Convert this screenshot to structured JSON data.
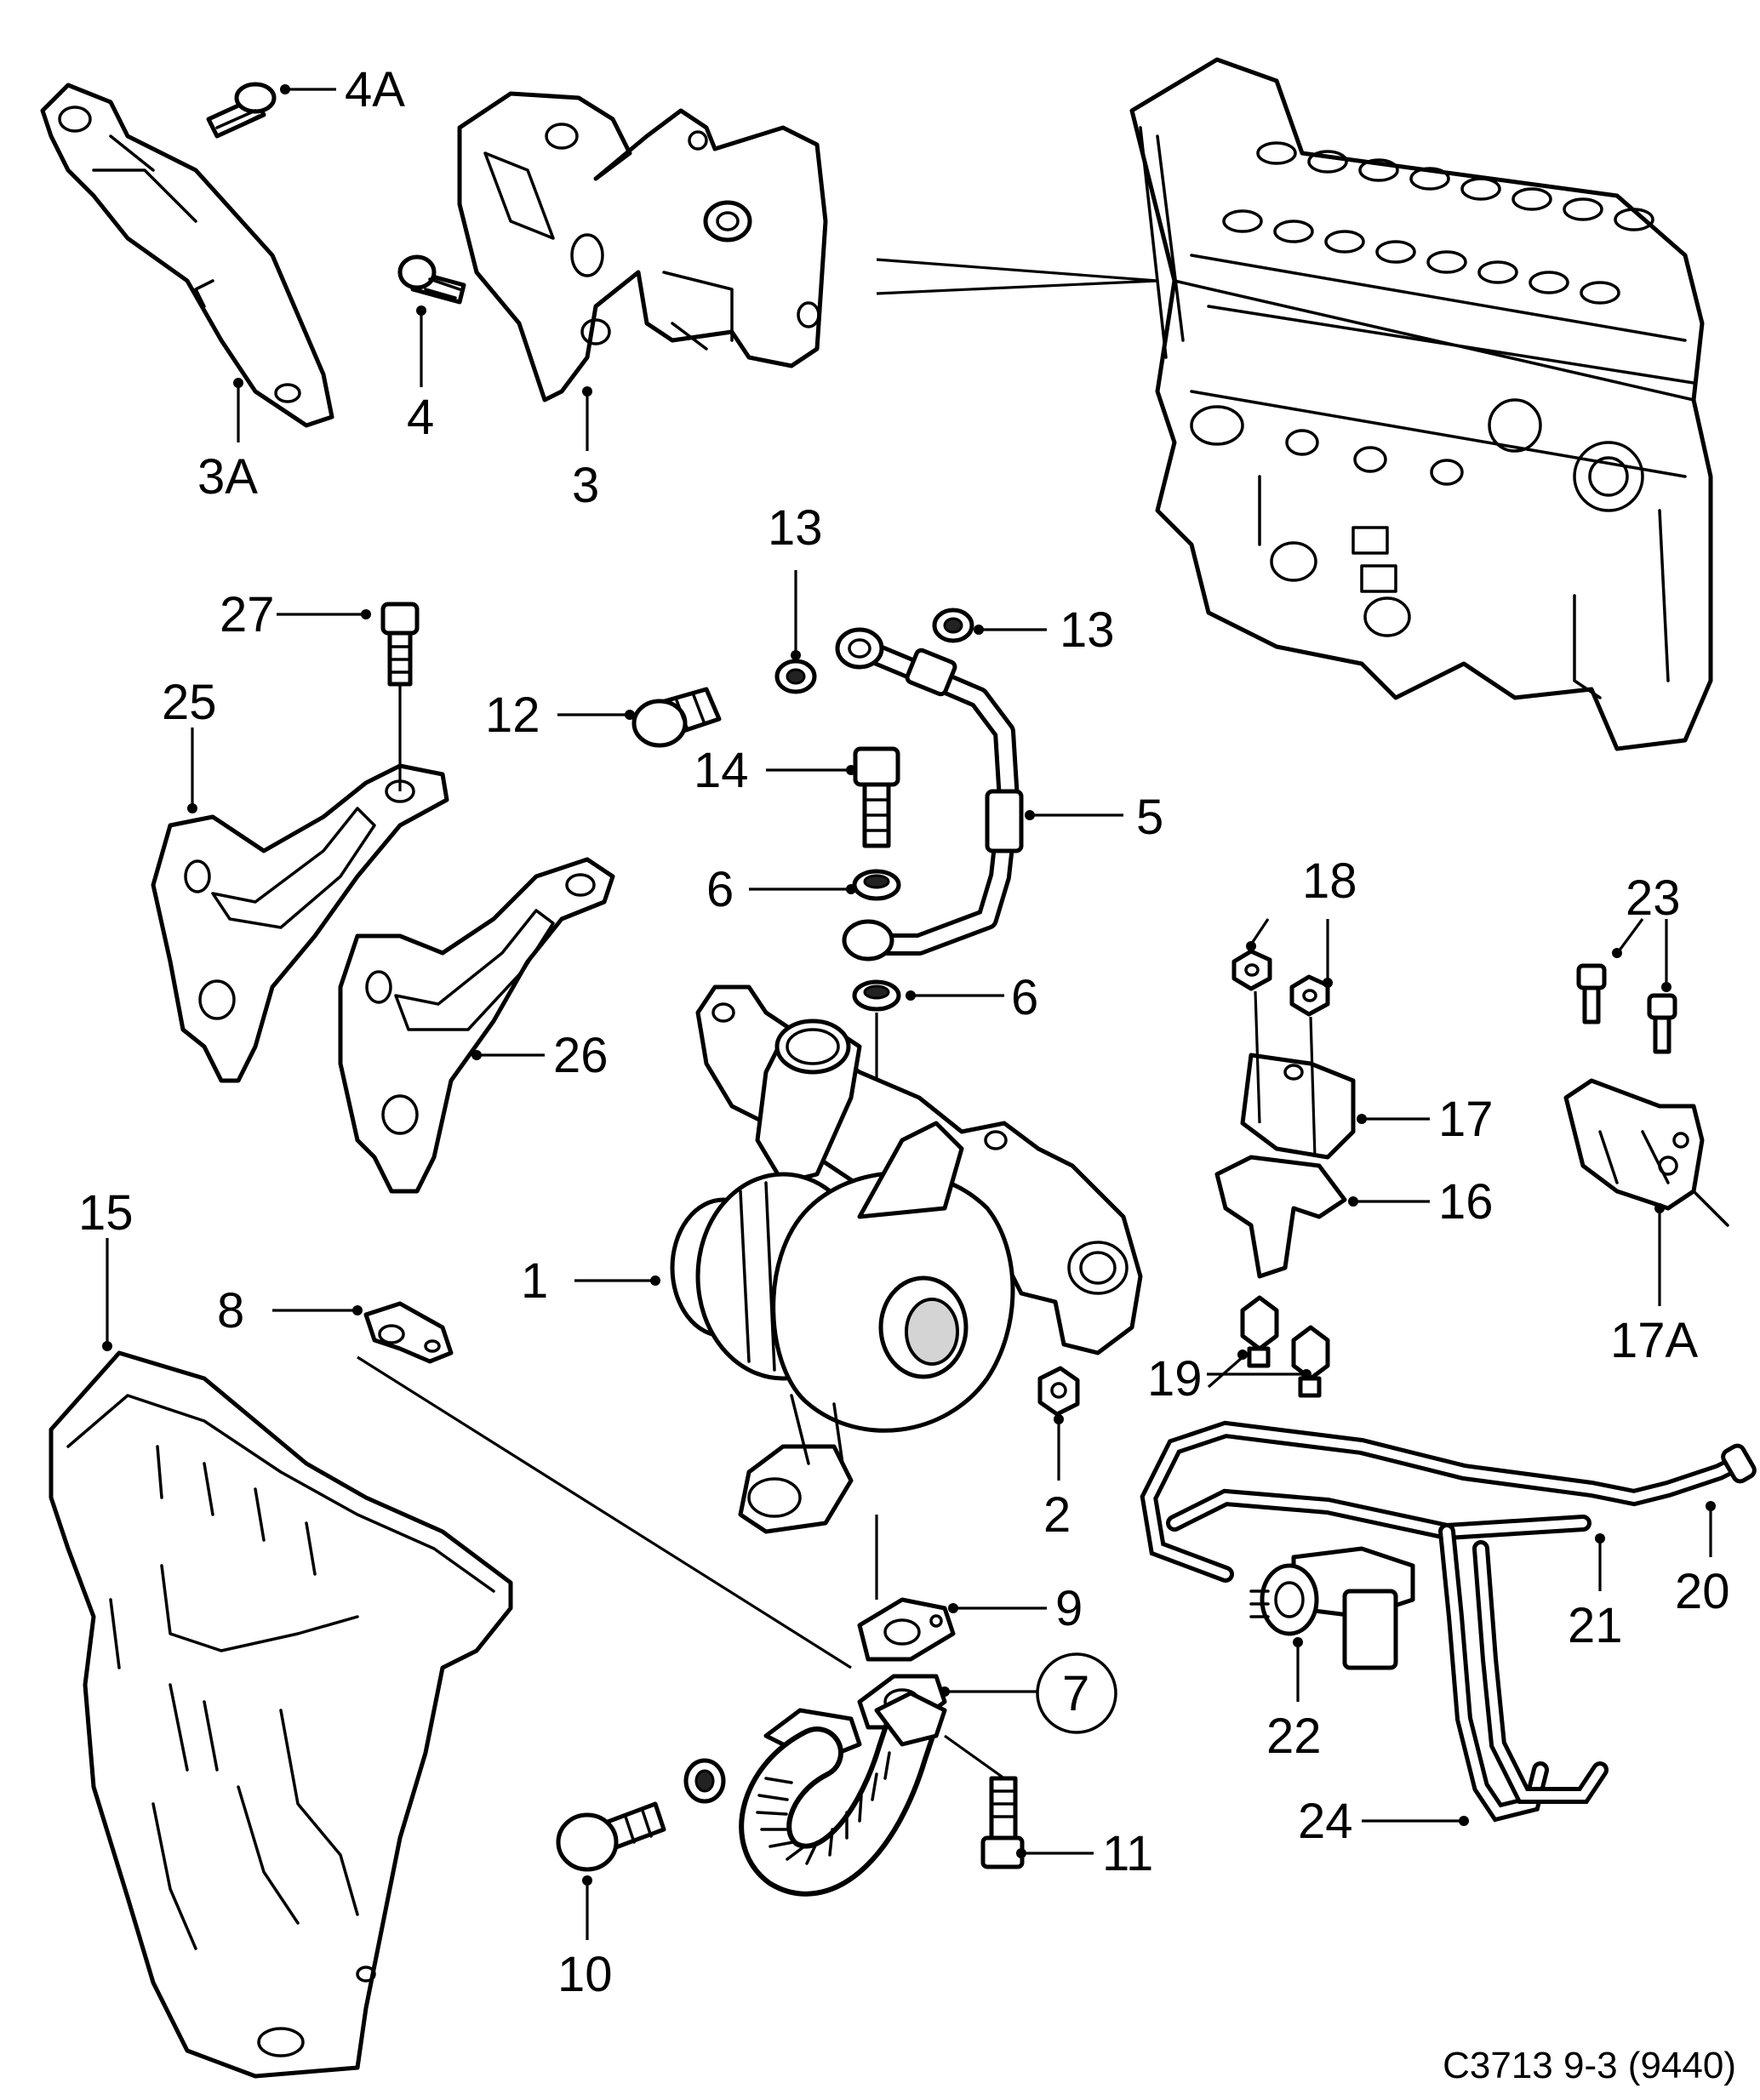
{
  "drawing_code": "C3713 9-3 (9440)",
  "callouts": {
    "c4A": "4A",
    "c4": "4",
    "c3A": "3A",
    "c3": "3",
    "c13a": "13",
    "c13b": "13",
    "c12": "12",
    "c14": "14",
    "c5": "5",
    "c6a": "6",
    "c6b": "6",
    "c27": "27",
    "c25": "25",
    "c26": "26",
    "c18": "18",
    "c23": "23",
    "c17": "17",
    "c16": "16",
    "c17A": "17A",
    "c15": "15",
    "c8": "8",
    "c1": "1",
    "c2": "2",
    "c19": "19",
    "c9": "9",
    "c7": "7",
    "c11": "11",
    "c10": "10",
    "c20": "20",
    "c21": "21",
    "c22": "22",
    "c24": "24"
  }
}
